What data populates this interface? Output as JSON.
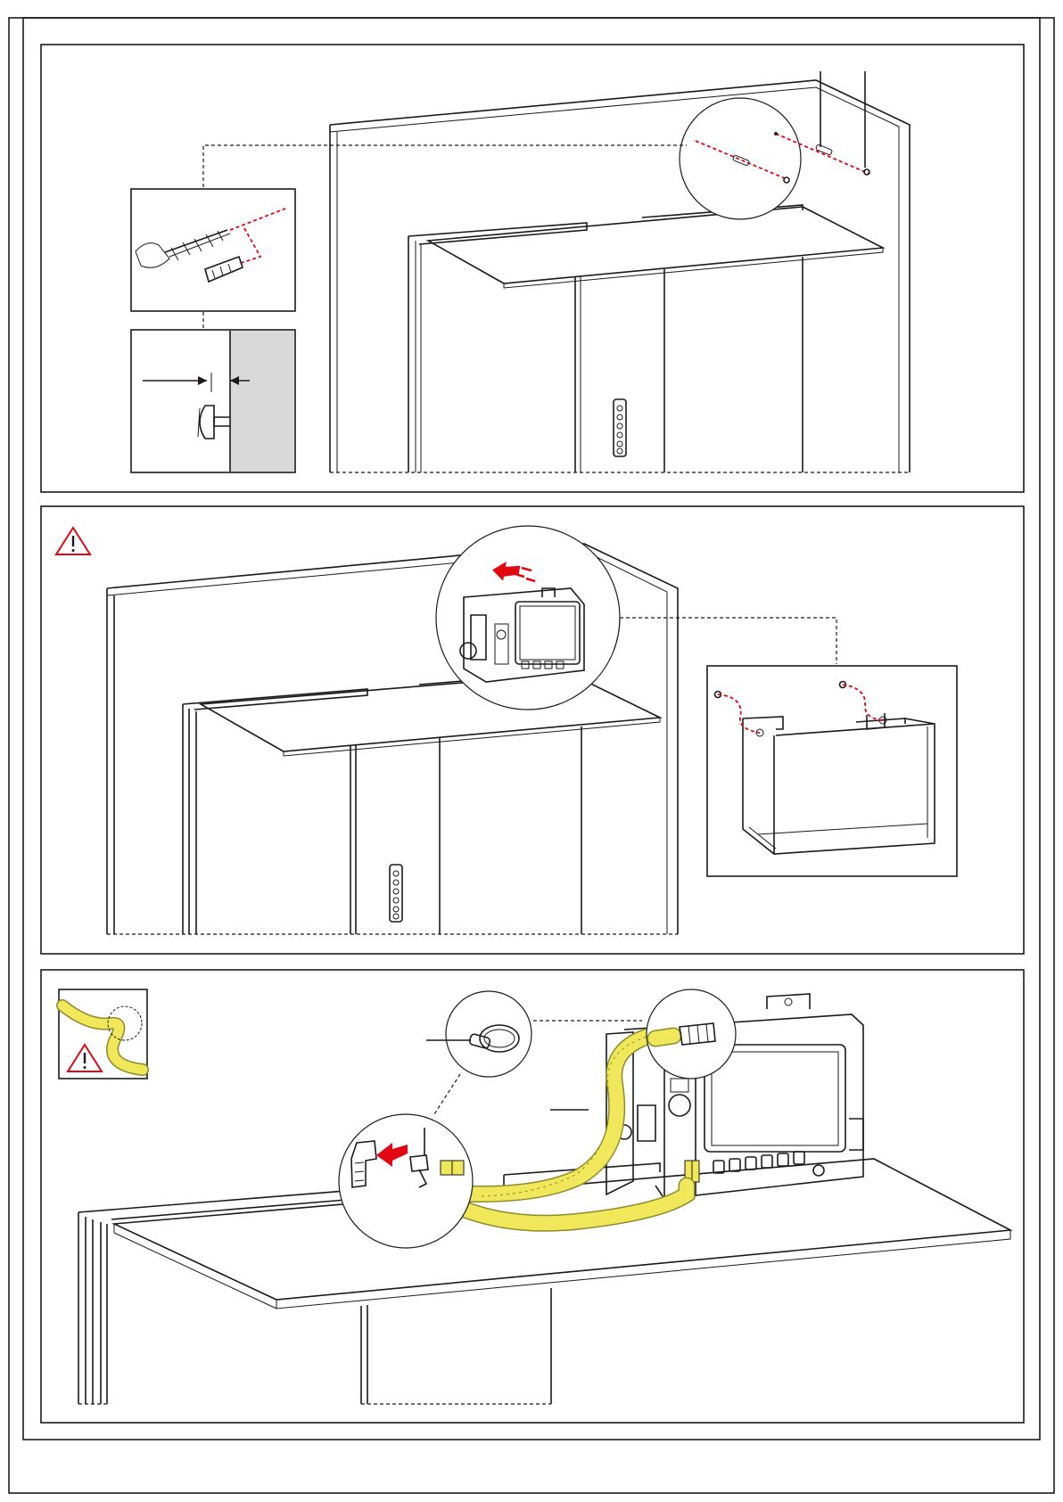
{
  "document": {
    "type": "installation-diagram",
    "steps": [
      {
        "id": "step-1",
        "content": "wall-drilling-and-anchor-mounting"
      },
      {
        "id": "step-2",
        "content": "hanging-control-unit-on-wall-screws",
        "warning_icon": "warning-triangle-icon"
      },
      {
        "id": "step-3",
        "content": "connecting-yellow-gas-hose-to-control-unit",
        "warning_icon": "warning-triangle-icon"
      }
    ]
  },
  "colors": {
    "line": "#1a1a1a",
    "accent_red": "#e30613",
    "hose_yellow": "#f0e85a",
    "wall_grey": "#d9d9d9"
  },
  "icons": [
    "warning-triangle-icon",
    "drill-icon",
    "wall-anchor-icon",
    "screw-icon",
    "hose-clamp-icon",
    "hose-fitting-icon",
    "control-panel-icon",
    "push-arrow-icon"
  ]
}
